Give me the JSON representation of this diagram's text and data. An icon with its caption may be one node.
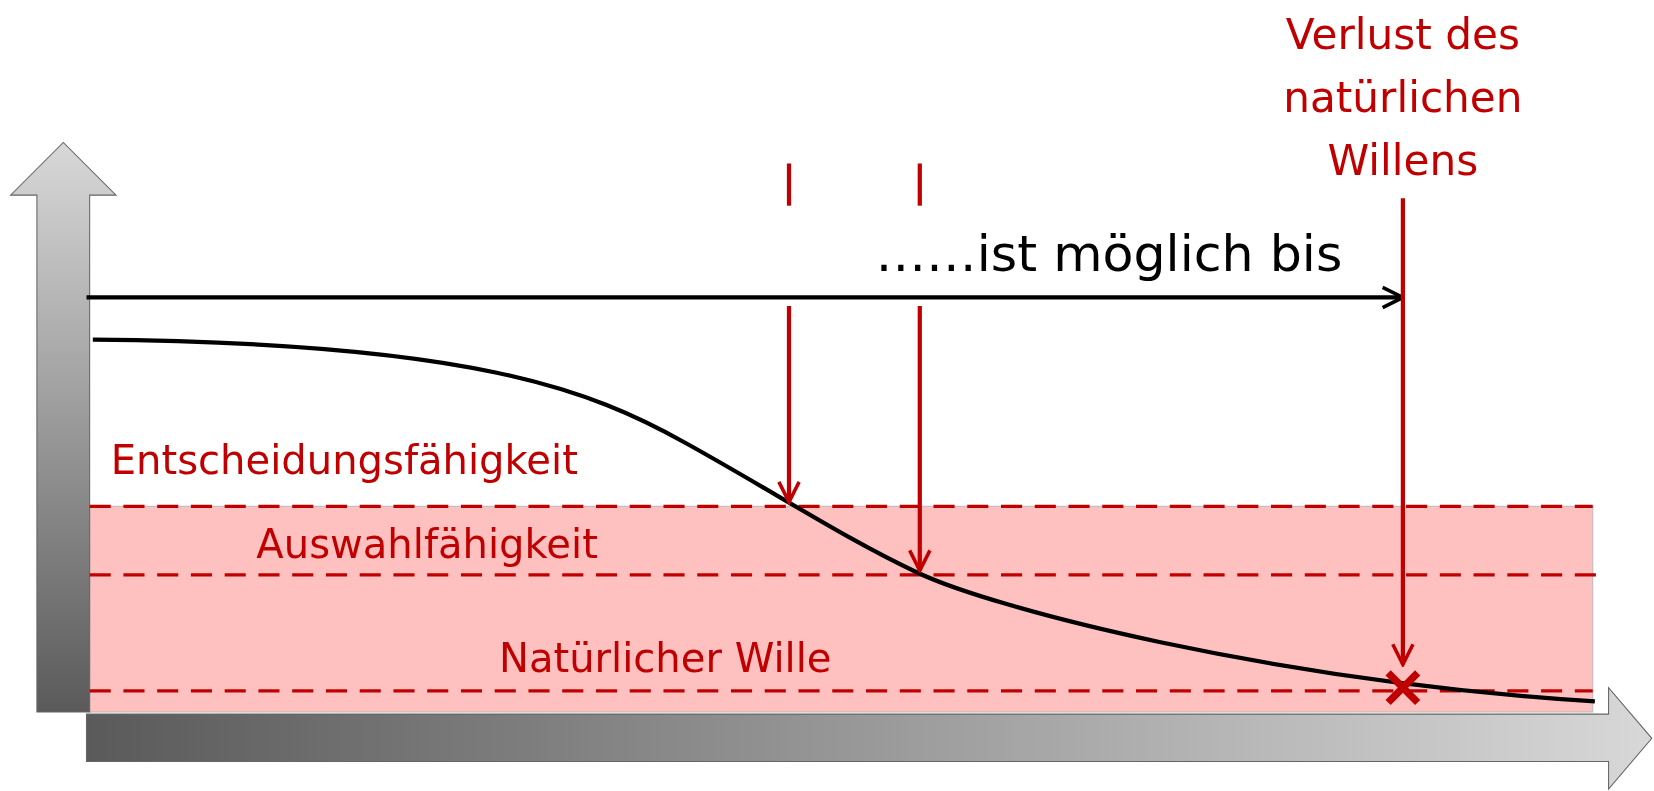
{
  "diagram": {
    "nodes": [
      {
        "text": [
          "Verlust des natürlichen Willens"
        ]
      },
      {
        "text": [],
        "shape": "cross"
      }
    ],
    "edges": [
      {
        "from": 0,
        "to": 1,
        "arrow": "to"
      }
    ],
    "labels": [
      "……ist möglich bis",
      "Entscheidungsfähigkeit",
      "Auswahlfähigkeit",
      "Natürlicher Wille"
    ]
  }
}
